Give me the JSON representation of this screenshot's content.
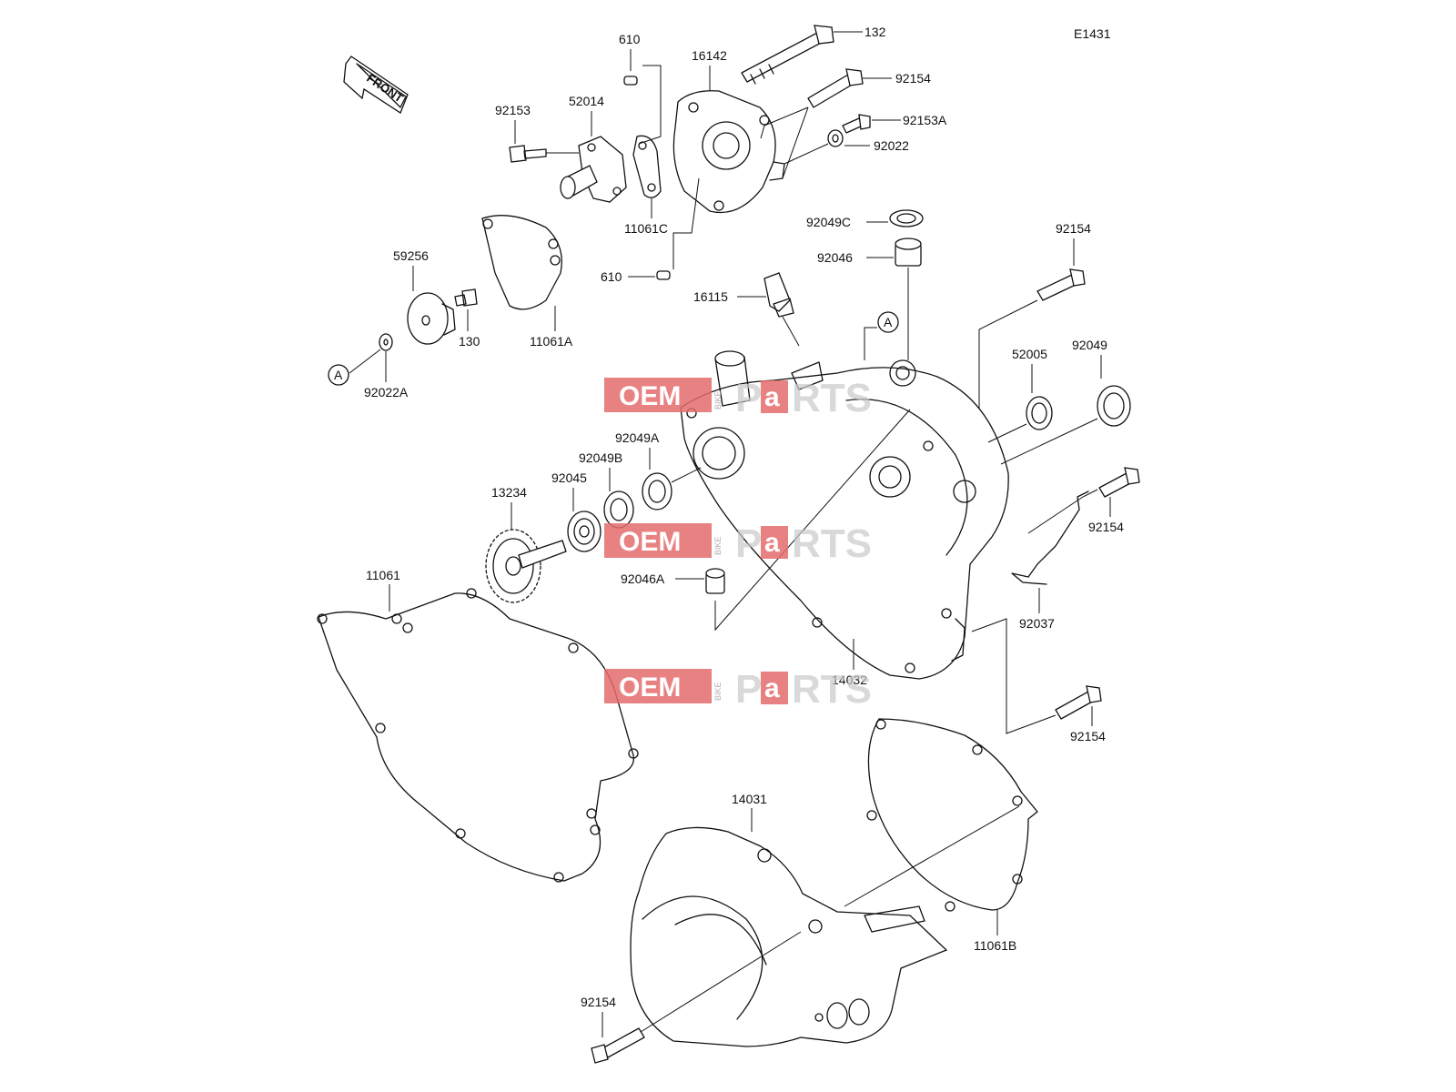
{
  "diagram": {
    "code": "E1431",
    "front_label": "FRONT",
    "ref_marker": "A",
    "watermark": {
      "oem": "OEM",
      "bike": "BIKE",
      "parts_p": "P",
      "parts_a": "a",
      "parts_rest": "RTS"
    },
    "labels": {
      "p132": "132",
      "p610_top": "610",
      "p16142": "16142",
      "p92154_top": "92154",
      "p52014": "52014",
      "p92153": "92153",
      "p92153A": "92153A",
      "p92022": "92022",
      "p11061C": "11061C",
      "p610_bottom": "610",
      "p92049C": "92049C",
      "p92046": "92046",
      "p92154_right1": "92154",
      "p59256": "59256",
      "p130": "130",
      "p11061A": "11061A",
      "p16115": "16115",
      "p92022A": "92022A",
      "p52005": "52005",
      "p92049": "92049",
      "p92049A": "92049A",
      "p92049B": "92049B",
      "p92045": "92045",
      "p13234": "13234",
      "p92154_right2": "92154",
      "p11061": "11061",
      "p92046A": "92046A",
      "p92037": "92037",
      "p14032": "14032",
      "p92154_right3": "92154",
      "p14031": "14031",
      "p11061B": "11061B",
      "p92154_bottom": "92154"
    }
  }
}
